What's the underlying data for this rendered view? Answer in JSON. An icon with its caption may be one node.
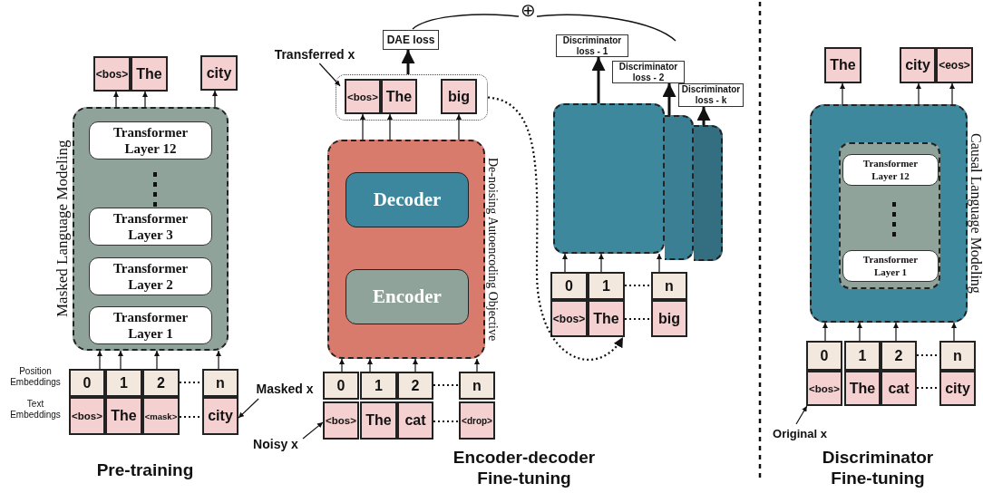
{
  "diagram": {
    "nodes": [
      {
        "text": [
          "Masked Language Modeling"
        ]
      },
      {
        "text": [
          "Transformer Layer 12"
        ],
        "in": 0
      },
      {
        "text": [
          "Transformer Layer 3"
        ],
        "in": 0
      },
      {
        "text": [
          "Transformer Layer 2"
        ],
        "in": 0
      },
      {
        "text": [
          "Transformer Layer 1"
        ],
        "in": 0
      },
      {
        "text": [
          "<bos>"
        ]
      },
      {
        "text": [
          "The"
        ]
      },
      {
        "text": [
          "city"
        ]
      },
      {
        "text": [
          "0"
        ]
      },
      {
        "text": [
          "1"
        ]
      },
      {
        "text": [
          "2"
        ]
      },
      {
        "text": [
          "n"
        ]
      },
      {
        "text": [
          "<bos>"
        ]
      },
      {
        "text": [
          "The"
        ]
      },
      {
        "text": [
          "<mask>"
        ]
      },
      {
        "text": [
          "city"
        ]
      },
      {
        "text": [
          "Transferred x"
        ]
      },
      {
        "text": [],
        "shape": "box"
      },
      {
        "text": [
          "<bos>"
        ],
        "in": 17
      },
      {
        "text": [
          "The"
        ],
        "in": 17
      },
      {
        "text": [
          "big"
        ],
        "in": 17
      },
      {
        "text": [
          "DAE loss"
        ]
      },
      {
        "text": [
          "De-noising Autoencoding Objective"
        ]
      },
      {
        "text": [
          "Decoder"
        ],
        "in": 22
      },
      {
        "text": [
          "Encoder"
        ],
        "in": 22
      },
      {
        "text": [
          "Masked x"
        ]
      },
      {
        "text": [
          "Noisy x"
        ]
      },
      {
        "text": [
          "0"
        ]
      },
      {
        "text": [
          "1"
        ]
      },
      {
        "text": [
          "2"
        ]
      },
      {
        "text": [
          "n"
        ]
      },
      {
        "text": [
          "<bos>"
        ]
      },
      {
        "text": [
          "The"
        ]
      },
      {
        "text": [
          "cat"
        ]
      },
      {
        "text": [
          "<drop>"
        ]
      },
      {
        "text": [],
        "shape": "box"
      },
      {
        "text": [],
        "shape": "box"
      },
      {
        "text": [],
        "shape": "box"
      },
      {
        "text": [
          "Discriminator loss - 1"
        ]
      },
      {
        "text": [
          "Discriminator loss - 2"
        ]
      },
      {
        "text": [
          "Discriminator loss - k"
        ]
      },
      {
        "text": [
          "0"
        ]
      },
      {
        "text": [
          "1"
        ]
      },
      {
        "text": [
          "n"
        ]
      },
      {
        "text": [
          "<bos>"
        ]
      },
      {
        "text": [
          "The"
        ]
      },
      {
        "text": [
          "big"
        ]
      },
      {
        "text": [
          "Causal Language Modeling"
        ]
      },
      {
        "text": [],
        "shape": "box",
        "in": 47
      },
      {
        "text": [
          "Transformer Layer 12"
        ],
        "in": 48
      },
      {
        "text": [
          "Transformer Layer 1"
        ],
        "in": 48
      },
      {
        "text": [
          "The"
        ]
      },
      {
        "text": [
          "city"
        ]
      },
      {
        "text": [
          "<eos>"
        ]
      },
      {
        "text": [
          "0"
        ]
      },
      {
        "text": [
          "1"
        ]
      },
      {
        "text": [
          "2"
        ]
      },
      {
        "text": [
          "n"
        ]
      },
      {
        "text": [
          "<bos>"
        ]
      },
      {
        "text": [
          "The"
        ]
      },
      {
        "text": [
          "cat"
        ]
      },
      {
        "text": [
          "city"
        ]
      },
      {
        "text": [
          "Original x"
        ]
      }
    ],
    "edges": [
      {
        "from": 8,
        "to": 0,
        "arrow": "to"
      },
      {
        "from": 9,
        "to": 0,
        "arrow": "to"
      },
      {
        "from": 10,
        "to": 0,
        "arrow": "to"
      },
      {
        "from": 11,
        "to": 0,
        "arrow": "to"
      },
      {
        "from": 0,
        "to": 5,
        "arrow": "to"
      },
      {
        "from": 0,
        "to": 6,
        "arrow": "to"
      },
      {
        "from": 0,
        "to": 7,
        "arrow": "to"
      },
      {
        "from": 10,
        "to": 11,
        "arrow": "none",
        "style": "dashed"
      },
      {
        "from": 14,
        "to": 15,
        "arrow": "none",
        "style": "dashed"
      },
      {
        "from": 25,
        "to": 15,
        "arrow": "to"
      },
      {
        "from": 16,
        "to": 17,
        "arrow": "to"
      },
      {
        "from": 22,
        "to": 18,
        "arrow": "to"
      },
      {
        "from": 22,
        "to": 19,
        "arrow": "to"
      },
      {
        "from": 22,
        "to": 20,
        "arrow": "to"
      },
      {
        "from": 17,
        "to": 21,
        "arrow": "to",
        "style": "thick"
      },
      {
        "from": 27,
        "to": 22,
        "arrow": "to"
      },
      {
        "from": 28,
        "to": 22,
        "arrow": "to"
      },
      {
        "from": 29,
        "to": 22,
        "arrow": "to"
      },
      {
        "from": 30,
        "to": 22,
        "arrow": "to"
      },
      {
        "from": 29,
        "to": 30,
        "arrow": "none",
        "style": "dashed"
      },
      {
        "from": 33,
        "to": 34,
        "arrow": "none",
        "style": "dashed"
      },
      {
        "from": 26,
        "to": 31,
        "arrow": "to"
      },
      {
        "from": 17,
        "to": 45,
        "arrow": "to",
        "style": "dashed"
      },
      {
        "from": 35,
        "to": 38,
        "arrow": "to",
        "style": "thick"
      },
      {
        "from": 36,
        "to": 39,
        "arrow": "to",
        "style": "thick"
      },
      {
        "from": 37,
        "to": 40,
        "arrow": "to",
        "style": "thick"
      },
      {
        "from": 41,
        "to": 35,
        "arrow": "to"
      },
      {
        "from": 42,
        "to": 35,
        "arrow": "to"
      },
      {
        "from": 43,
        "to": 35,
        "arrow": "to"
      },
      {
        "from": 42,
        "to": 43,
        "arrow": "none",
        "style": "dashed"
      },
      {
        "from": 45,
        "to": 46,
        "arrow": "none",
        "style": "dashed"
      },
      {
        "from": 47,
        "to": 51,
        "arrow": "to"
      },
      {
        "from": 47,
        "to": 52,
        "arrow": "to"
      },
      {
        "from": 47,
        "to": 53,
        "arrow": "to"
      },
      {
        "from": 54,
        "to": 47,
        "arrow": "to"
      },
      {
        "from": 55,
        "to": 47,
        "arrow": "to"
      },
      {
        "from": 56,
        "to": 47,
        "arrow": "to"
      },
      {
        "from": 57,
        "to": 47,
        "arrow": "to"
      },
      {
        "from": 56,
        "to": 57,
        "arrow": "none",
        "style": "dashed"
      },
      {
        "from": 60,
        "to": 61,
        "arrow": "none",
        "style": "dashed"
      },
      {
        "from": 62,
        "to": 58,
        "arrow": "to"
      }
    ],
    "labels": [
      "Position Embeddings",
      "Text Embeddings",
      "Pre-training",
      "⊕",
      "Encoder-decoder Fine-tuning",
      "Discriminator Fine-tuning"
    ]
  }
}
